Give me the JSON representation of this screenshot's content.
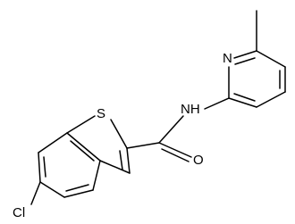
{
  "molecule": {
    "atom_labels": {
      "sulfur": "S",
      "chlorine": "Cl",
      "carbonyl_oxygen": "O",
      "amide_nitrogen": "NH",
      "pyridine_nitrogen": "N"
    },
    "colors": {
      "background": "#ffffff",
      "bonds": "#000000",
      "labels": "#000000"
    }
  }
}
